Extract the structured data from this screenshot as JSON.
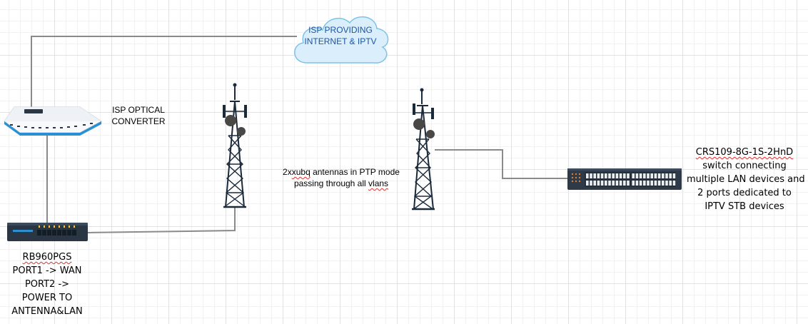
{
  "cloud": {
    "line1": "ISP PROVIDING",
    "line2": "INTERNET & IPTV"
  },
  "converter": {
    "line1": "ISP OPTICAL",
    "line2": "CONVERTER"
  },
  "ptp": {
    "line1_prefix": "2x",
    "line1_word": "xubq",
    "line1_rest": " antennas in PTP mode",
    "line2_prefix": "passing through all ",
    "line2_word": "vlans"
  },
  "router": {
    "model": "RB960PGS",
    "line2": "PORT1 -> WAN",
    "line3": "PORT2 ->",
    "line4": "POWER TO",
    "line5": "ANTENNA&LAN"
  },
  "switch": {
    "model": "CRS109-8G-1S-2HnD",
    "line2": "switch connecting",
    "line3": "multiple LAN devices and",
    "line4": "2 ports dedicated to",
    "line5": "IPTV STB devices"
  },
  "colors": {
    "connector": "#8a8a8a",
    "cloud_fill": "#dbeefb",
    "cloud_stroke": "#7cc3ea",
    "cloud_text": "#1a56a8",
    "tower": "#1b2a3a",
    "device_dark": "#2a3644",
    "device_accent": "#2b8fd4",
    "spellcheck": "#e03030"
  }
}
